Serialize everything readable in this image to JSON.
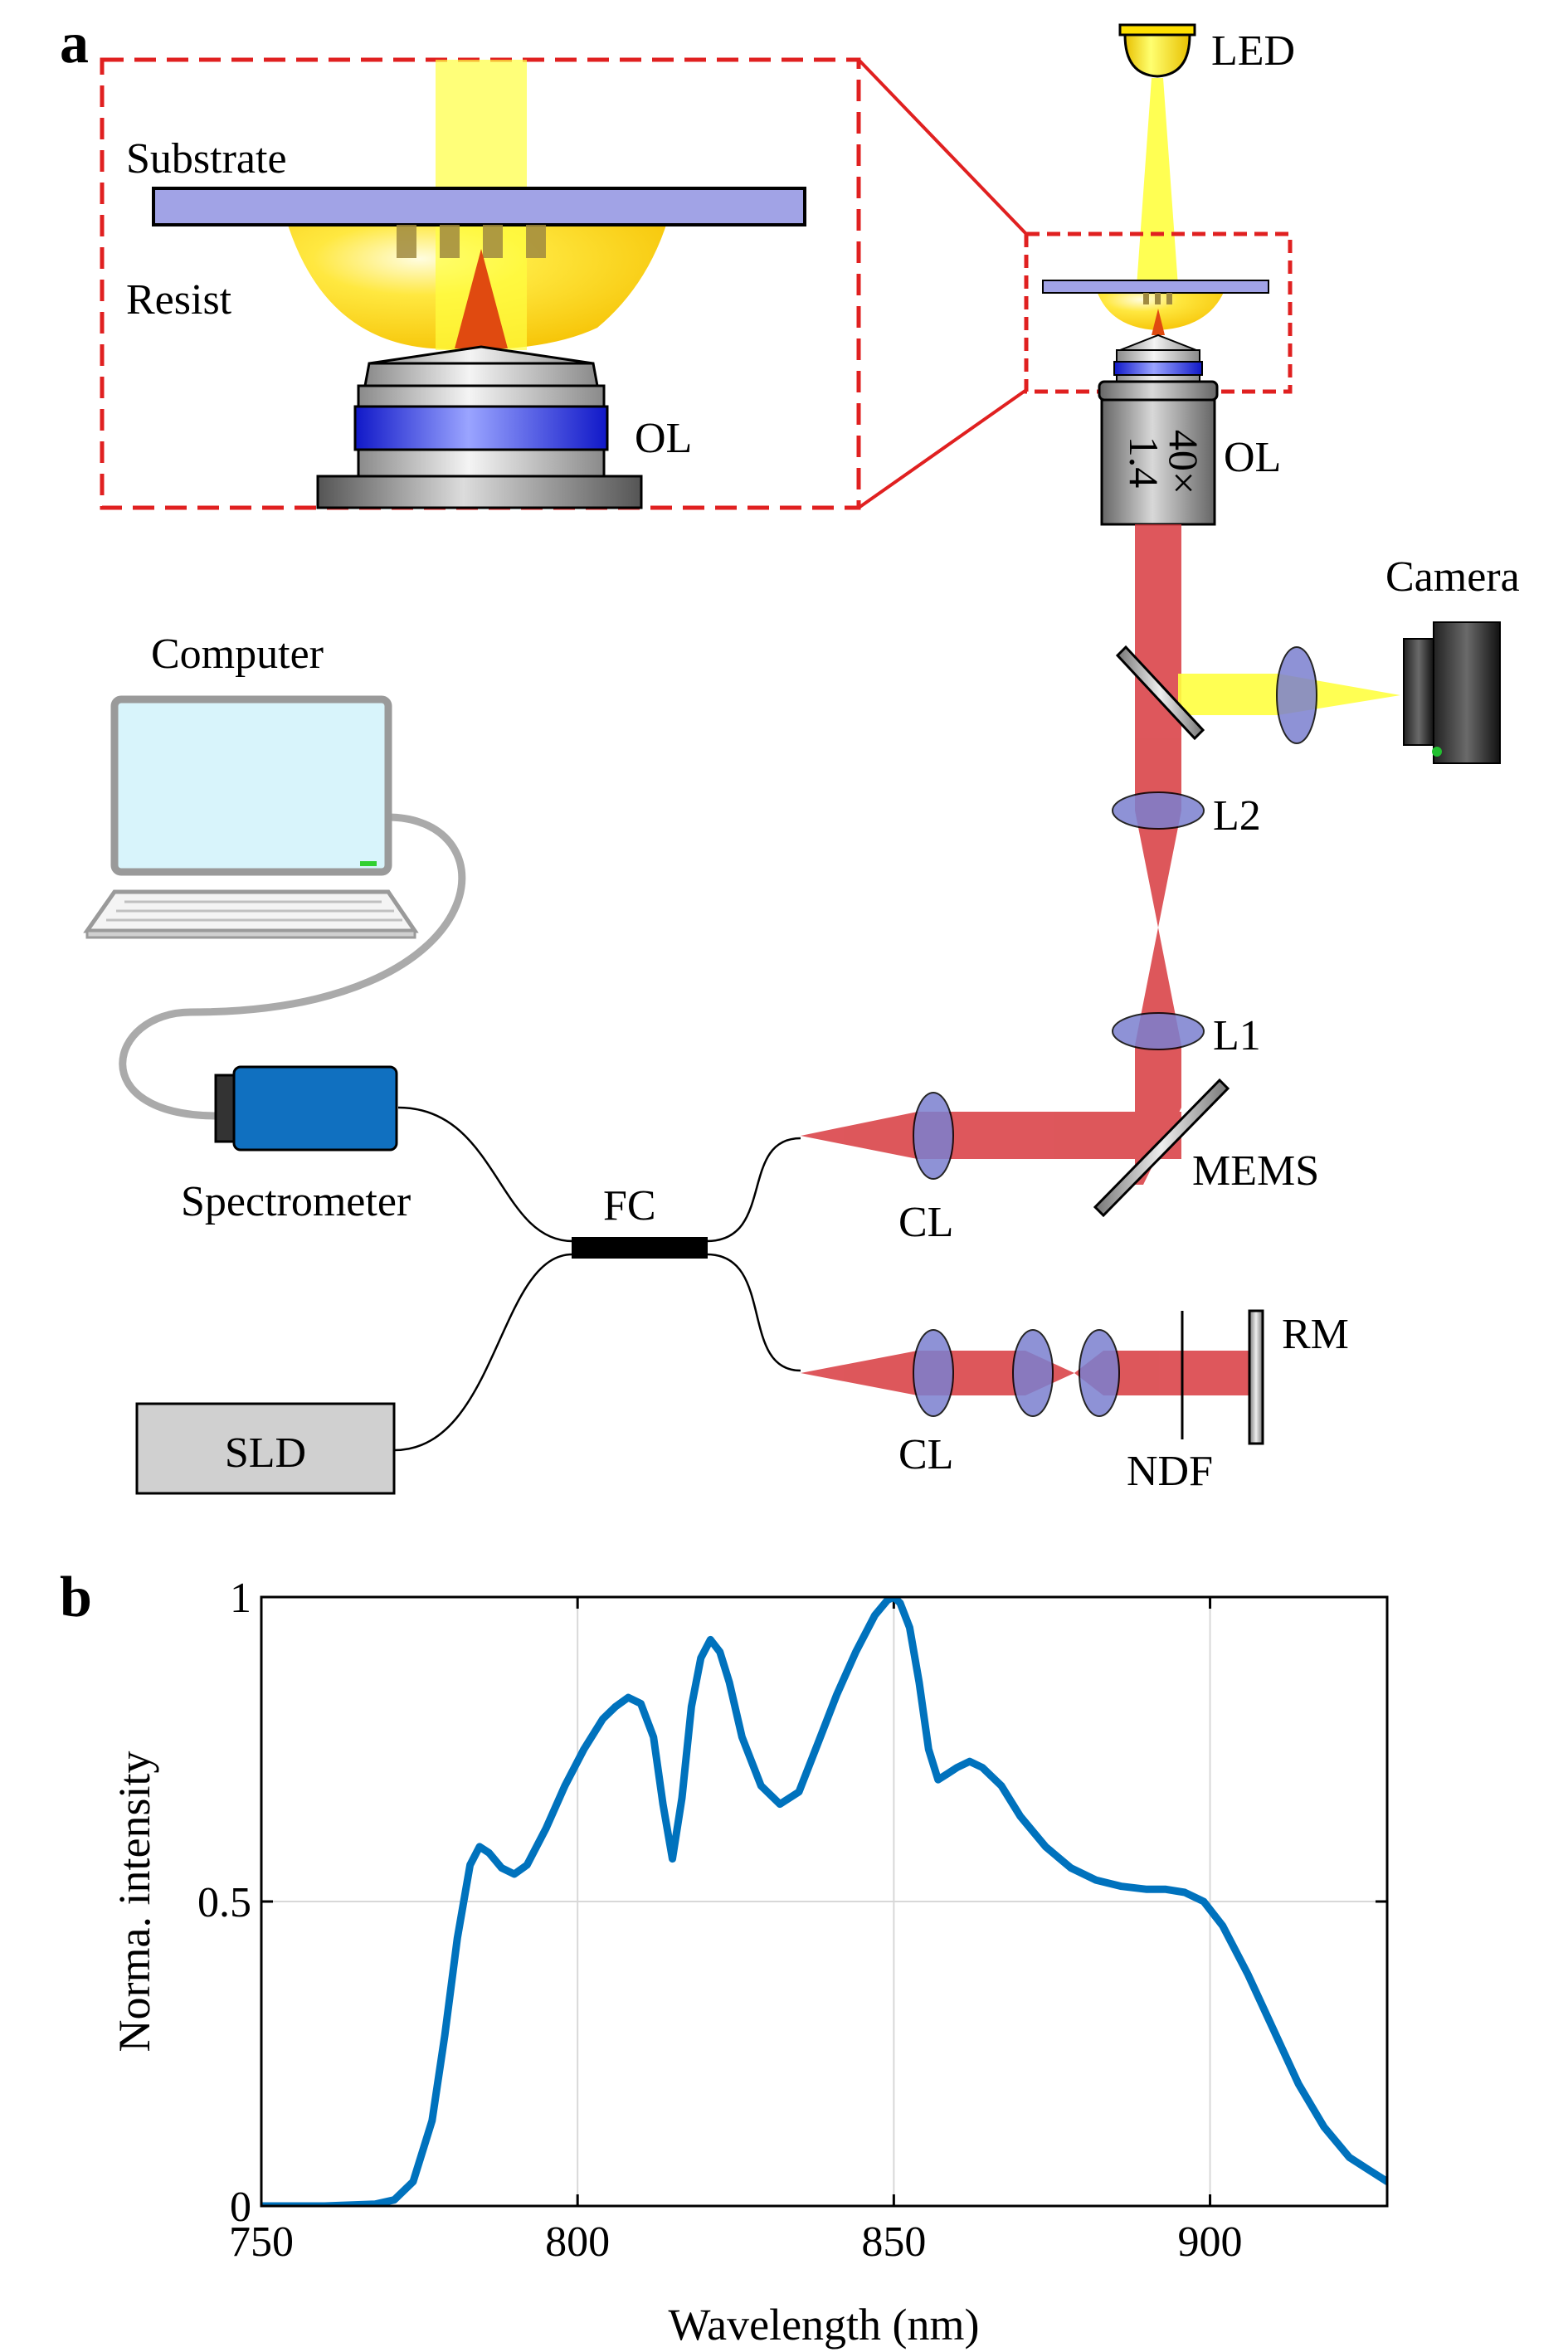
{
  "panels": {
    "a": "a",
    "b": "b"
  },
  "diagram": {
    "labels": {
      "led": "LED",
      "substrate": "Substrate",
      "resist": "Resist",
      "ol_inset": "OL",
      "ol_main": "OL",
      "camera": "Camera",
      "computer": "Computer",
      "l2": "L2",
      "l1": "L1",
      "mems": "MEMS",
      "spectrometer": "Spectrometer",
      "fc": "FC",
      "cl_top": "CL",
      "cl_bottom": "CL",
      "rm": "RM",
      "ndf": "NDF",
      "sld": "SLD"
    },
    "objective_text": {
      "magnification": "40×",
      "na": "1.4"
    },
    "colors": {
      "red_beam": "#d83a3f",
      "yellow_beam": "#ffff33",
      "lens": "#7b7fd0",
      "dash_red": "#e02020",
      "sld_fill": "#d0d0d0",
      "spectrometer": "#1070c0",
      "screen": "#d8f4fb"
    }
  },
  "chart_data": {
    "type": "line",
    "xlabel": "Wavelength (nm)",
    "ylabel": "Norma. intensity",
    "xlim": [
      750,
      928
    ],
    "ylim": [
      0,
      1
    ],
    "xticks": [
      750,
      800,
      850,
      900
    ],
    "yticks": [
      0,
      0.5,
      1
    ],
    "ytick_labels": [
      "0",
      "0.5",
      "1"
    ],
    "grid": true,
    "series": [
      {
        "color": "#0072bd",
        "x": [
          750,
          760,
          768,
          771,
          774,
          777,
          779,
          781,
          783,
          784.5,
          786,
          788,
          790,
          792,
          795,
          798,
          801,
          804,
          806,
          808,
          810,
          812,
          813.5,
          815,
          816.5,
          818,
          819.5,
          821,
          822.5,
          824,
          826,
          829,
          832,
          835,
          838,
          841,
          844,
          847,
          849,
          850,
          851,
          852.5,
          854,
          855.5,
          857,
          858.5,
          860,
          862,
          864,
          867,
          870,
          874,
          878,
          882,
          886,
          890,
          893,
          896,
          899,
          902,
          906,
          910,
          914,
          918,
          922,
          925,
          928
        ],
        "y": [
          0,
          0,
          0.003,
          0.01,
          0.04,
          0.14,
          0.28,
          0.44,
          0.56,
          0.59,
          0.58,
          0.555,
          0.545,
          0.56,
          0.62,
          0.69,
          0.75,
          0.8,
          0.82,
          0.835,
          0.825,
          0.77,
          0.66,
          0.57,
          0.67,
          0.82,
          0.9,
          0.93,
          0.91,
          0.86,
          0.77,
          0.69,
          0.66,
          0.68,
          0.76,
          0.84,
          0.91,
          0.97,
          0.995,
          1.0,
          0.99,
          0.95,
          0.86,
          0.75,
          0.7,
          0.71,
          0.72,
          0.73,
          0.72,
          0.69,
          0.64,
          0.59,
          0.555,
          0.535,
          0.525,
          0.52,
          0.52,
          0.515,
          0.5,
          0.46,
          0.38,
          0.29,
          0.2,
          0.13,
          0.08,
          0.06,
          0.04
        ]
      }
    ]
  }
}
